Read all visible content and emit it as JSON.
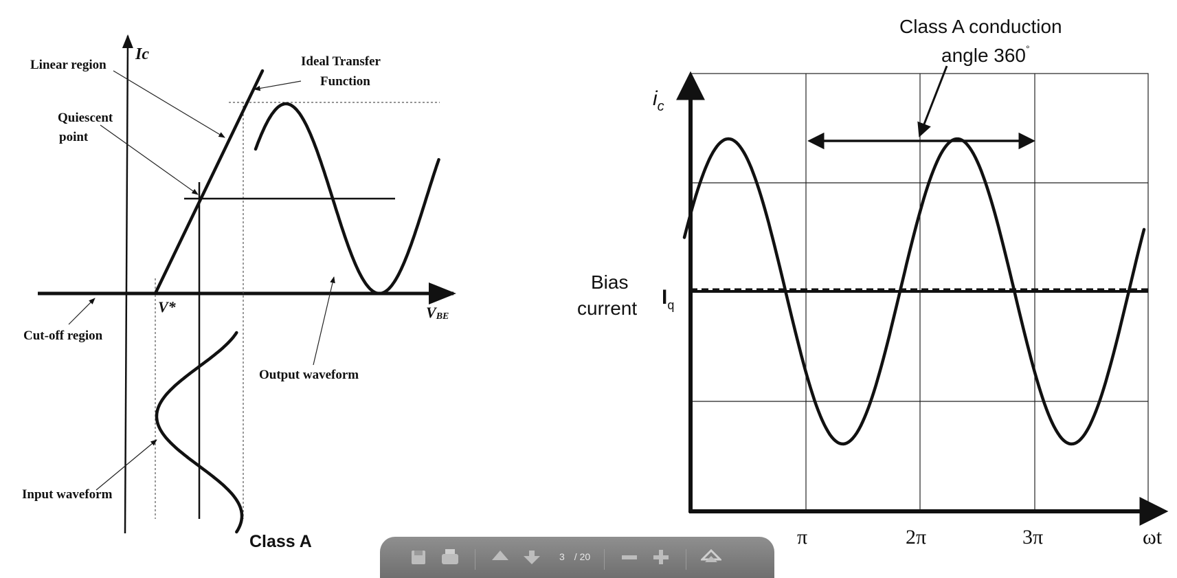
{
  "left_diagram": {
    "label_ic": "Ic",
    "label_linear_region": "Linear region",
    "label_ideal_transfer_1": "Ideal Transfer",
    "label_ideal_transfer_2": "Function",
    "label_quiescent_1": "Quiescent",
    "label_quiescent_2": "point",
    "label_vstar": "V*",
    "label_vbe": "V",
    "label_vbe_sub": "BE",
    "label_cutoff": "Cut-off region",
    "label_output_waveform": "Output waveform",
    "label_input_waveform": "Input waveform",
    "caption": "Class A"
  },
  "right_diagram": {
    "label_title_1": "Class A conduction",
    "label_title_2": "angle 360",
    "label_title_degree": "°",
    "label_ic": "i",
    "label_ic_sub": "c",
    "label_bias_1": "Bias",
    "label_bias_2": "current",
    "label_iq": "I",
    "label_iq_sub": "q",
    "x_ticks": [
      "π",
      "2π",
      "3π"
    ],
    "x_axis_label": "ωt"
  },
  "toolbar": {
    "page_current": "3",
    "page_total": "/ 20",
    "icons": [
      "save-icon",
      "print-icon",
      "page-up-icon",
      "page-down-icon",
      "zoom-out-icon",
      "zoom-in-icon",
      "expand-icon"
    ]
  }
}
